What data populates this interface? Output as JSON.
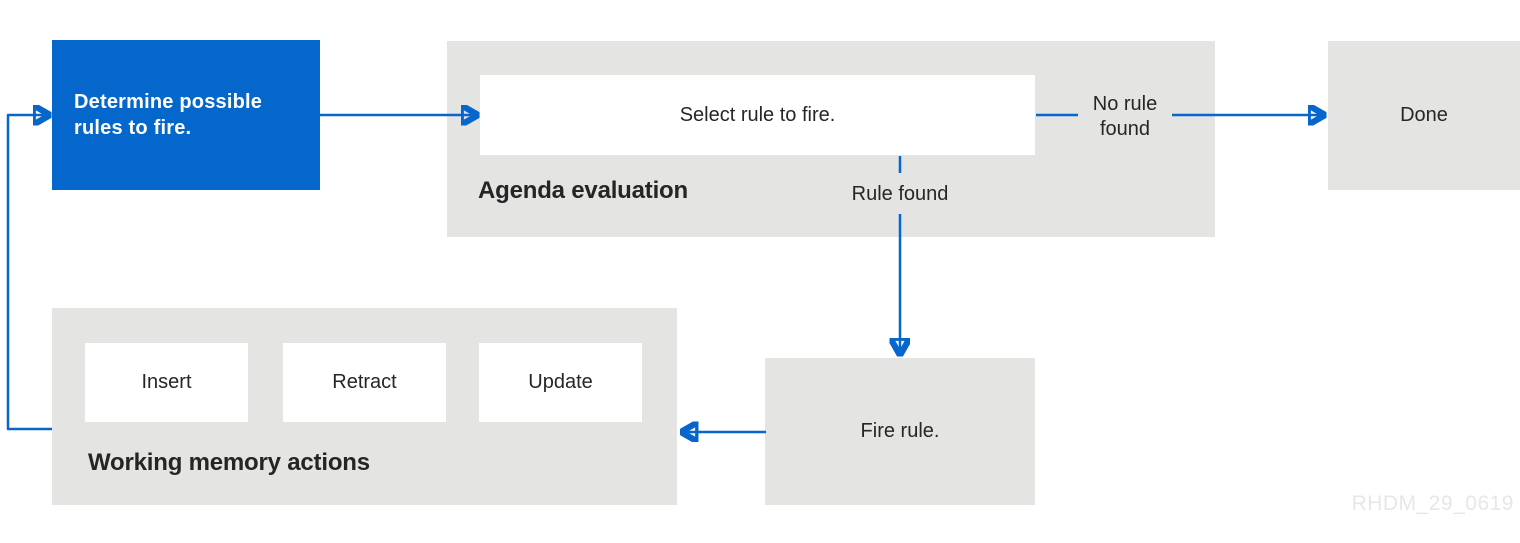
{
  "colors": {
    "node_blue": "#0566CB",
    "arrow_blue": "#0666CC",
    "panel_gray": "#E4E4E3",
    "node_white": "#FFFFFF",
    "text_dark": "#262626",
    "watermark_gray": "#E7E7E5"
  },
  "nodes": {
    "determine": {
      "label": "Determine possible rules to fire."
    },
    "select_rule": {
      "label": "Select rule to fire."
    },
    "done": {
      "label": "Done"
    },
    "fire_rule": {
      "label": "Fire rule."
    },
    "insert": {
      "label": "Insert"
    },
    "retract": {
      "label": "Retract"
    },
    "update": {
      "label": "Update"
    }
  },
  "groups": {
    "agenda": {
      "title": "Agenda evaluation"
    },
    "working_memory": {
      "title": "Working memory actions"
    }
  },
  "edge_labels": {
    "no_rule_found_line1": "No rule",
    "no_rule_found_line2": "found",
    "rule_found": "Rule found"
  },
  "watermark": "RHDM_29_0619"
}
